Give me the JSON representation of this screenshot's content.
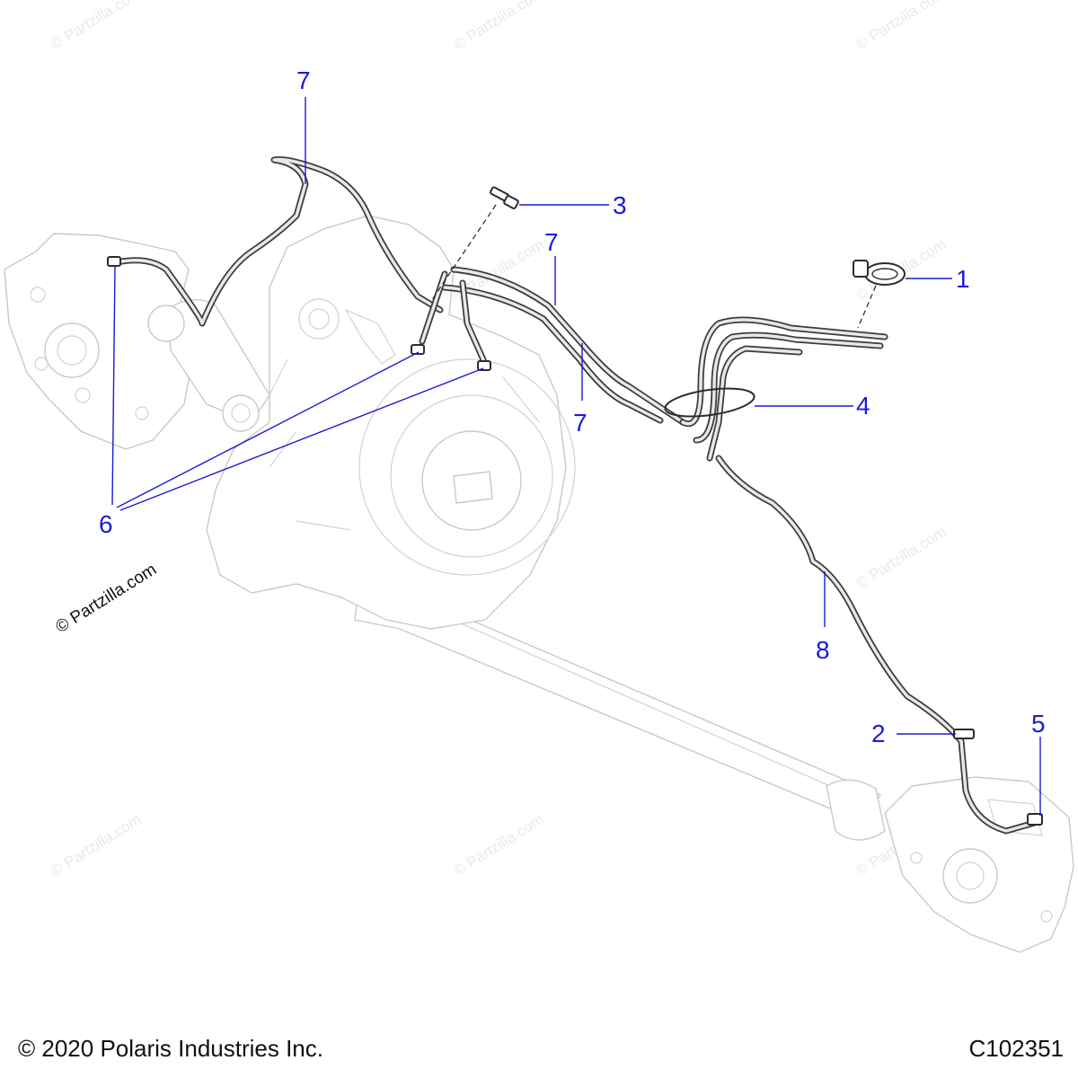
{
  "watermark": {
    "text": "© Partzilla.com"
  },
  "callouts": {
    "c1": "1",
    "c2": "2",
    "c3": "3",
    "c4": "4",
    "c5": "5",
    "c6": "6",
    "c7a": "7",
    "c7b": "7",
    "c7c": "7",
    "c8": "8"
  },
  "footer": {
    "copyright": "© 2020 Polaris Industries Inc.",
    "drawing_id": "C102351"
  },
  "colors": {
    "callout": "#1b1bd6",
    "hose": "#3c3c3c",
    "part_outline": "#c9c9c9"
  }
}
